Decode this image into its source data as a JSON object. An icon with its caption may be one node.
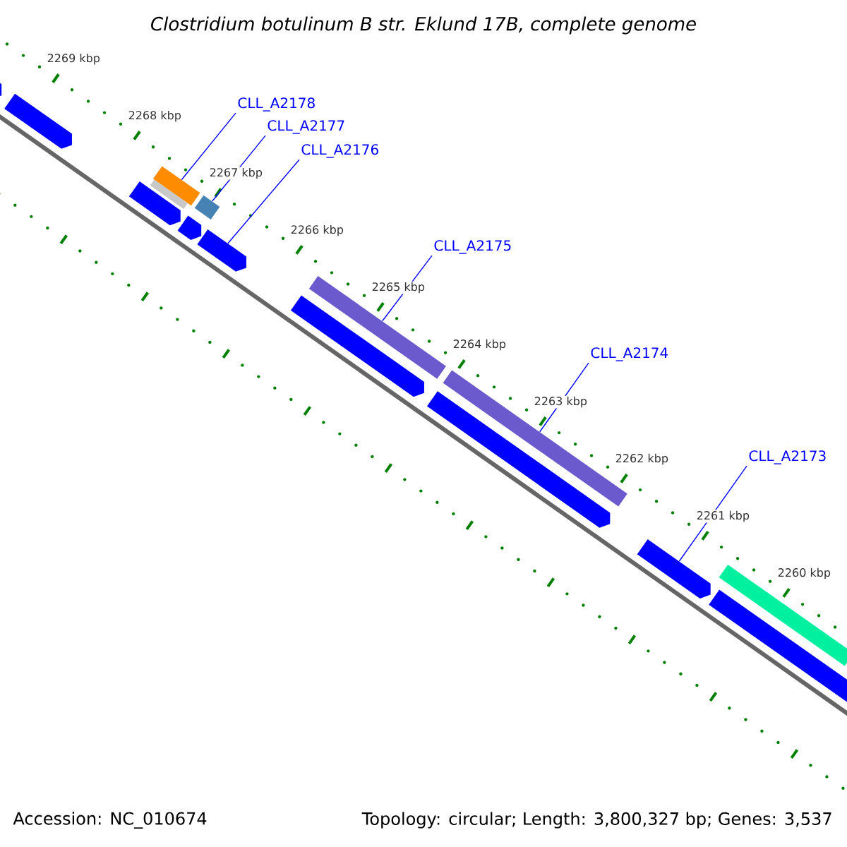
{
  "diagram": {
    "title": "Clostridium botulinum B str. Eklund 17B, complete genome",
    "nodes": [
      {
        "text": [
          "CLL_A2178"
        ]
      },
      {
        "text": [
          "CLL_A2177"
        ]
      },
      {
        "text": [
          "CLL_A2176"
        ]
      },
      {
        "text": [
          "CLL_A2175"
        ]
      },
      {
        "text": [
          "CLL_A2174"
        ]
      },
      {
        "text": [
          "CLL_A2173"
        ]
      },
      {
        "text": [],
        "shape": "arrow"
      },
      {
        "text": [],
        "shape": "arrow"
      },
      {
        "text": [],
        "shape": "arrow"
      },
      {
        "text": [],
        "shape": "bar"
      },
      {
        "text": [],
        "shape": "bar"
      },
      {
        "text": [],
        "shape": "arrow"
      },
      {
        "text": [],
        "shape": "box"
      },
      {
        "text": [],
        "shape": "arrow"
      },
      {
        "text": [],
        "shape": "arrow"
      },
      {
        "text": [],
        "shape": "bar"
      },
      {
        "text": [],
        "shape": "arrow"
      },
      {
        "text": [],
        "shape": "bar"
      },
      {
        "text": [],
        "shape": "arrow"
      },
      {
        "text": [],
        "shape": "bar"
      },
      {
        "text": [],
        "shape": "arrow"
      }
    ],
    "edges": [
      {
        "from": 0,
        "to": 9,
        "arrow": "none"
      },
      {
        "from": 1,
        "to": 12,
        "arrow": "none"
      },
      {
        "from": 2,
        "to": 13,
        "arrow": "none"
      },
      {
        "from": 3,
        "to": 15,
        "arrow": "none"
      },
      {
        "from": 4,
        "to": 17,
        "arrow": "none"
      },
      {
        "from": 5,
        "to": 18,
        "arrow": "none"
      }
    ],
    "labels": [
      "2269 kbp",
      "2268 kbp",
      "2267 kbp",
      "2266 kbp",
      "2265 kbp",
      "2264 kbp",
      "2263 kbp",
      "2262 kbp",
      "2261 kbp",
      "2260 kbp",
      "Accession: NC_010674",
      "Topology: circular; Length: 3,800,327 bp; Genes: 3,537"
    ]
  }
}
